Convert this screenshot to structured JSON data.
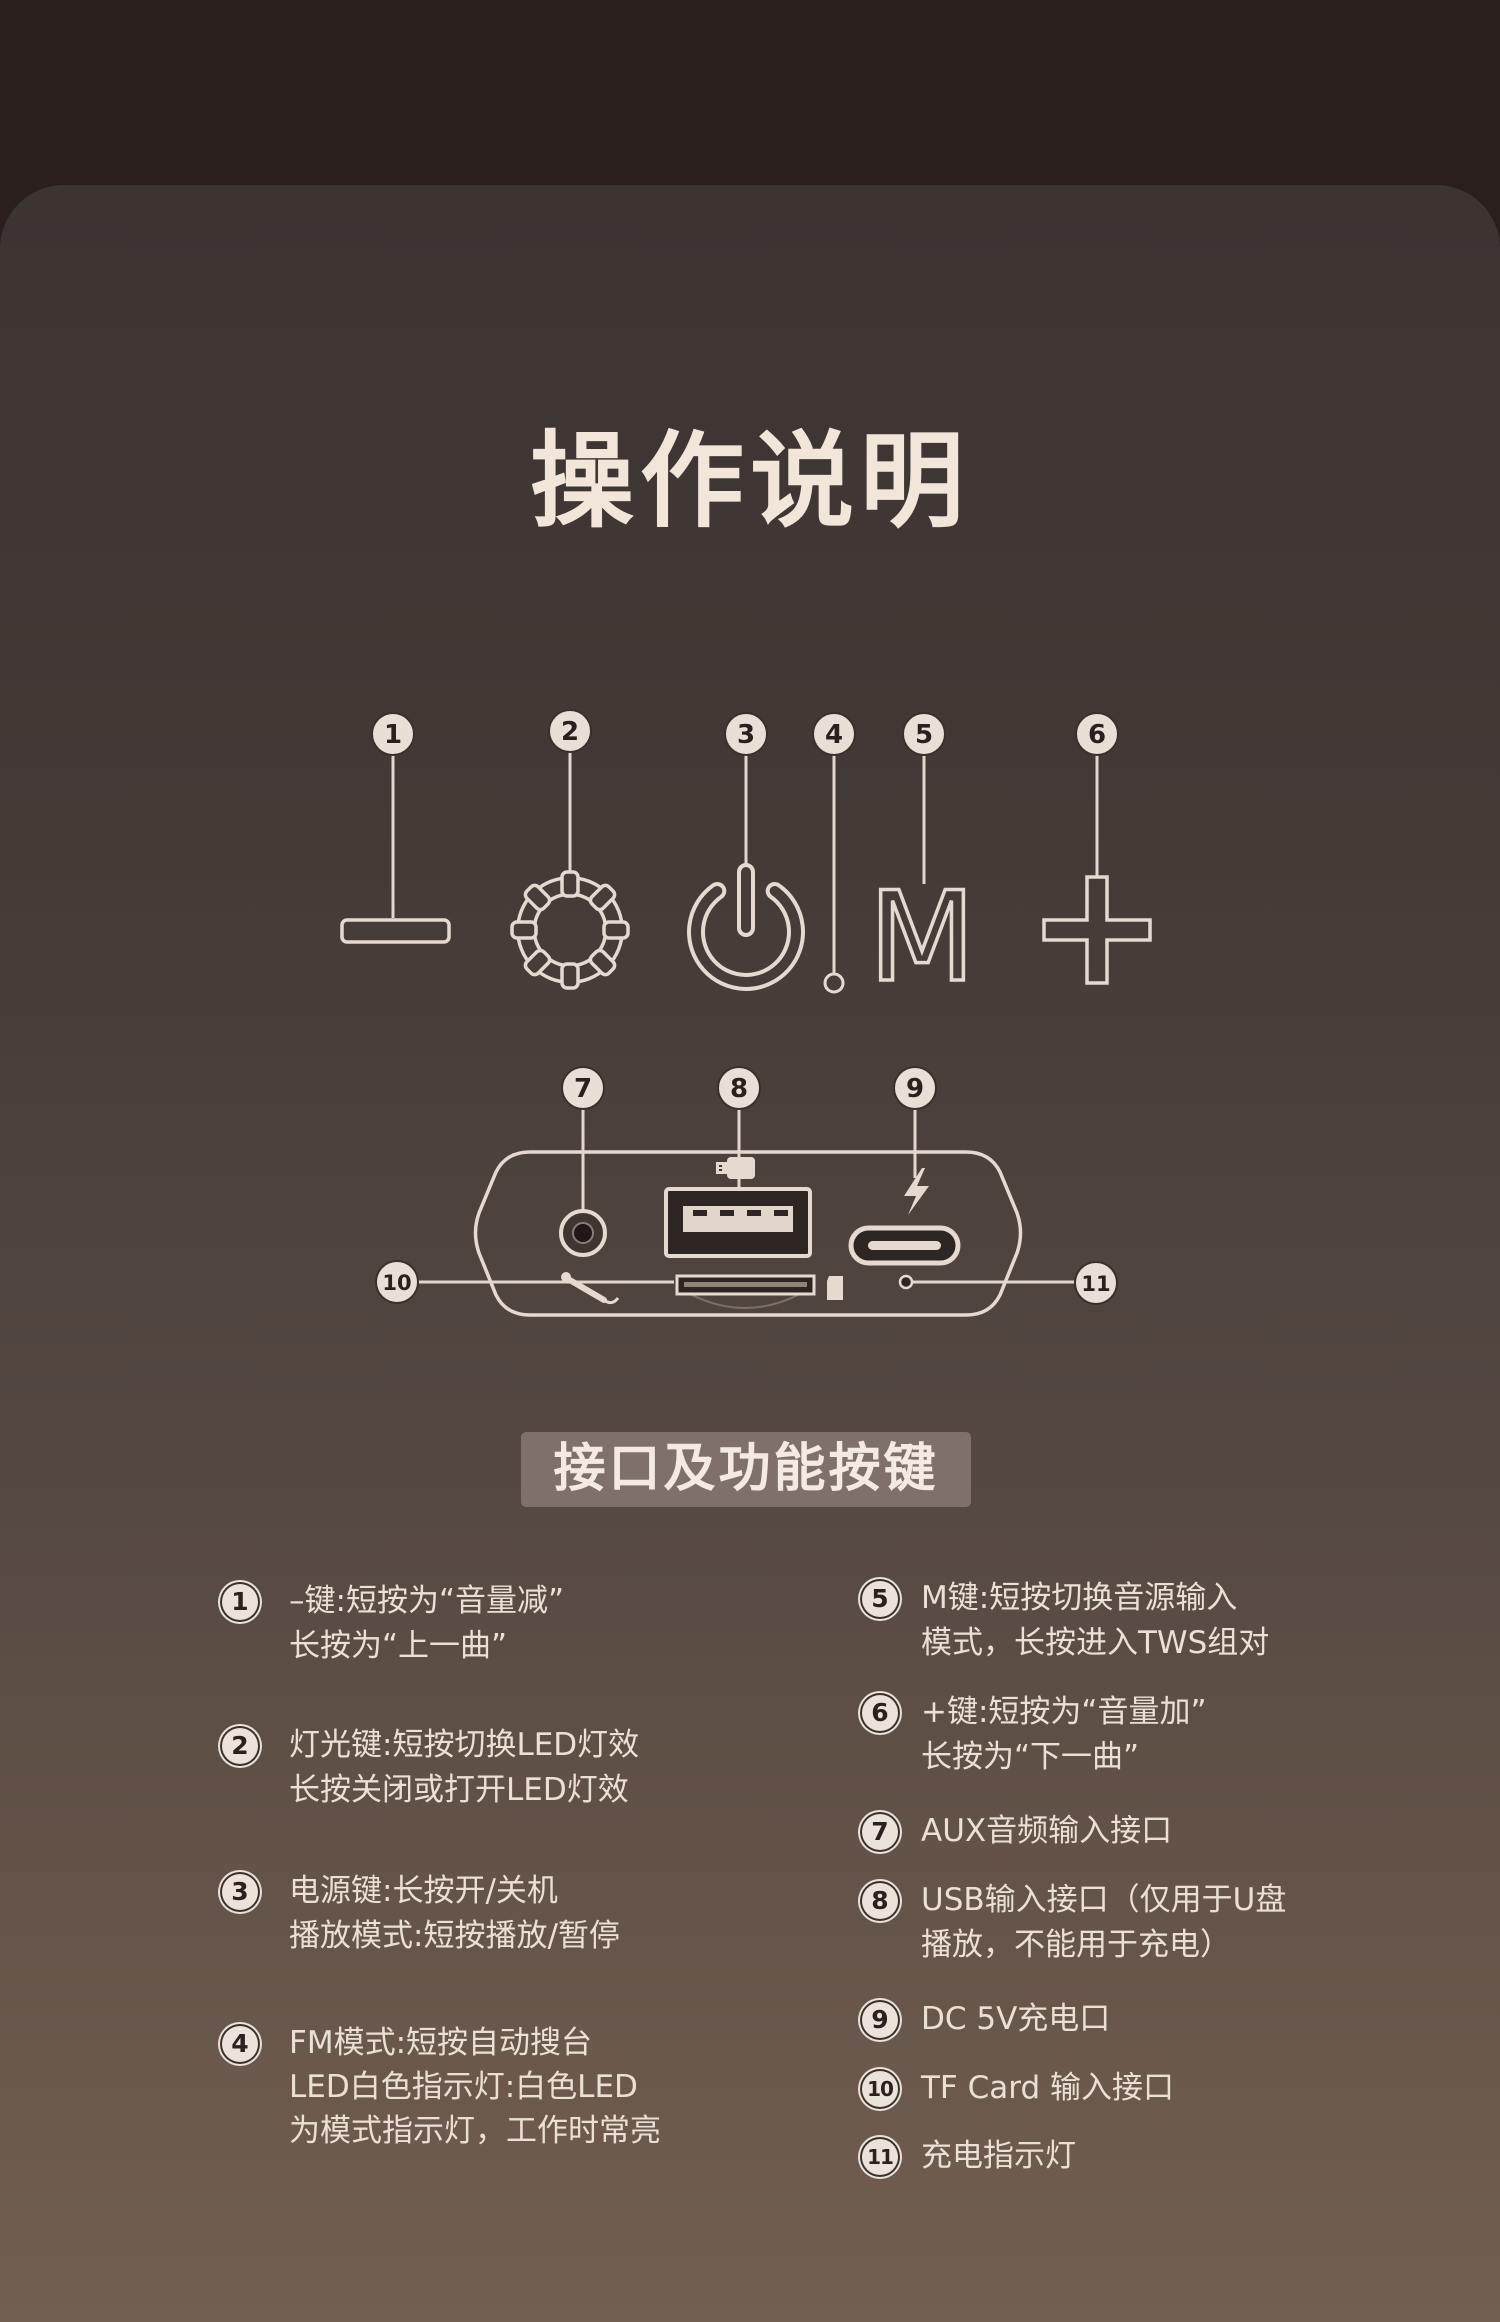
{
  "title": "操作说明",
  "diagram": {
    "callouts": [
      "1",
      "2",
      "3",
      "4",
      "5",
      "6",
      "7",
      "8",
      "9",
      "10",
      "11"
    ],
    "m_key_glyph": "M",
    "icons": [
      "minus-key-icon",
      "light-key-ring-icon",
      "power-key-icon",
      "indicator-light-icon",
      "mode-key-m-icon",
      "plus-key-icon",
      "aux-jack-icon",
      "usb-a-port-icon",
      "usb-c-port-icon",
      "tf-card-slot-icon",
      "charge-indicator-dot-icon"
    ]
  },
  "section_badge": "接口及功能按键",
  "instructions": [
    {
      "number": "1",
      "lines": [
        "–键:短按为“音量减”",
        "长按为“上一曲”"
      ]
    },
    {
      "number": "2",
      "lines": [
        "灯光键:短按切换LED灯效",
        "长按关闭或打开LED灯效"
      ]
    },
    {
      "number": "3",
      "lines": [
        "电源键:长按开/关机",
        "播放模式:短按播放/暂停"
      ]
    },
    {
      "number": "4",
      "lines": [
        "FM模式:短按自动搜台",
        "LED白色指示灯:白色LED",
        "为模式指示灯，工作时常亮"
      ]
    },
    {
      "number": "5",
      "lines": [
        "M键:短按切换音源输入",
        "模式，长按进入TWS组对"
      ]
    },
    {
      "number": "6",
      "lines": [
        "+键:短按为“音量加”",
        "长按为“下一曲”"
      ]
    },
    {
      "number": "7",
      "lines": [
        "AUX音频输入接口"
      ]
    },
    {
      "number": "8",
      "lines": [
        "USB输入接口（仅用于U盘",
        "播放，不能用于充电）"
      ]
    },
    {
      "number": "9",
      "lines": [
        "DC 5V充电口"
      ]
    },
    {
      "number": "10",
      "lines": [
        "TF Card 输入接口"
      ]
    },
    {
      "number": "11",
      "lines": [
        "充电指示灯"
      ]
    }
  ],
  "colors": {
    "page_background": "#2a1f1c",
    "panel_top": "#3c3431",
    "panel_bottom": "#735f51",
    "title_text": "#f2e6db",
    "body_text": "#ebe0d6",
    "badge_background": "#7f716a",
    "icon_outline": "#e6dad0"
  }
}
